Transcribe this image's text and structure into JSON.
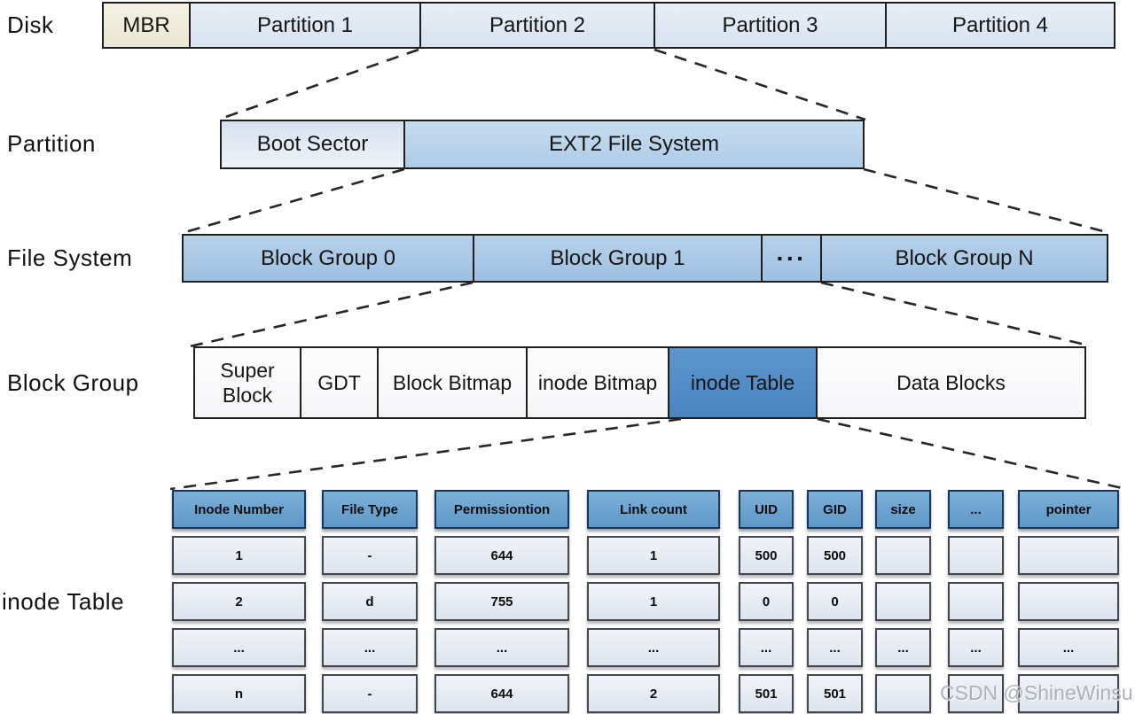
{
  "labels": {
    "disk": "Disk",
    "partition": "Partition",
    "file_system": "File System",
    "block_group": "Block Group",
    "inode_table": "inode Table"
  },
  "disk_row": {
    "mbr": "MBR",
    "partitions": [
      "Partition 1",
      "Partition 2",
      "Partition 3",
      "Partition 4"
    ]
  },
  "partition_row": {
    "boot_sector": "Boot Sector",
    "ext2": "EXT2 File System"
  },
  "file_system_row": {
    "groups": [
      "Block Group 0",
      "Block Group 1",
      "···",
      "Block Group N"
    ]
  },
  "block_group_row": {
    "segments": [
      "Super Block",
      "GDT",
      "Block Bitmap",
      "inode Bitmap",
      "inode Table",
      "Data Blocks"
    ]
  },
  "inode_table": {
    "headers": [
      "Inode Number",
      "File Type",
      "Permissiontion",
      "Link count",
      "UID",
      "GID",
      "size",
      "...",
      "pointer"
    ],
    "rows": [
      [
        "1",
        "-",
        "644",
        "1",
        "500",
        "500",
        "",
        "",
        ""
      ],
      [
        "2",
        "d",
        "755",
        "1",
        "0",
        "0",
        "",
        "",
        ""
      ],
      [
        "...",
        "...",
        "...",
        "...",
        "...",
        "...",
        "...",
        "...",
        "..."
      ],
      [
        "n",
        "-",
        "644",
        "2",
        "501",
        "501",
        "",
        "",
        ""
      ]
    ]
  },
  "watermark": "CSDN @ShineWinsu",
  "colors": {
    "mbr_beige": "#eee9d4",
    "partition_light_blue": "#dde6f2",
    "ext2_blue": "#b9d4ea",
    "block_group_blue": "#a8c7e5",
    "inode_table_highlight": "#4f8ac6",
    "table_header_blue": "#6ba3d1",
    "table_cell_gray": "#e7ecf4",
    "line_dark": "#262626"
  }
}
